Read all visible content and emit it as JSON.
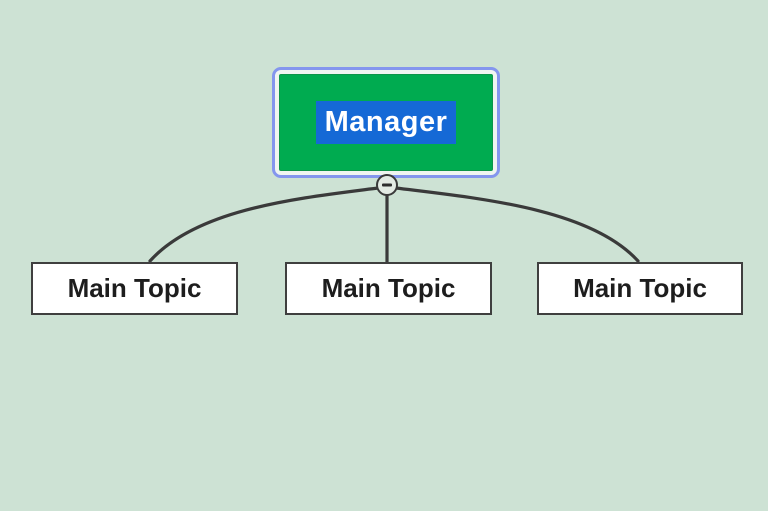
{
  "canvas": {
    "background_color": "#cde2d4",
    "link_color": "#3a3a3a"
  },
  "root_node": {
    "label": "Manager",
    "fill_color": "#00ab50",
    "text_color": "#ffffff",
    "text_highlight_color": "#1569d6",
    "selection_border_color": "#8496ee",
    "selected": true
  },
  "collapse_button": {
    "symbol": "minus",
    "state": "expanded"
  },
  "child_nodes": [
    {
      "label": "Main Topic",
      "fill_color": "#ffffff",
      "border_color": "#3f3f3f"
    },
    {
      "label": "Main Topic",
      "fill_color": "#ffffff",
      "border_color": "#3f3f3f"
    },
    {
      "label": "Main Topic",
      "fill_color": "#ffffff",
      "border_color": "#3f3f3f"
    }
  ]
}
